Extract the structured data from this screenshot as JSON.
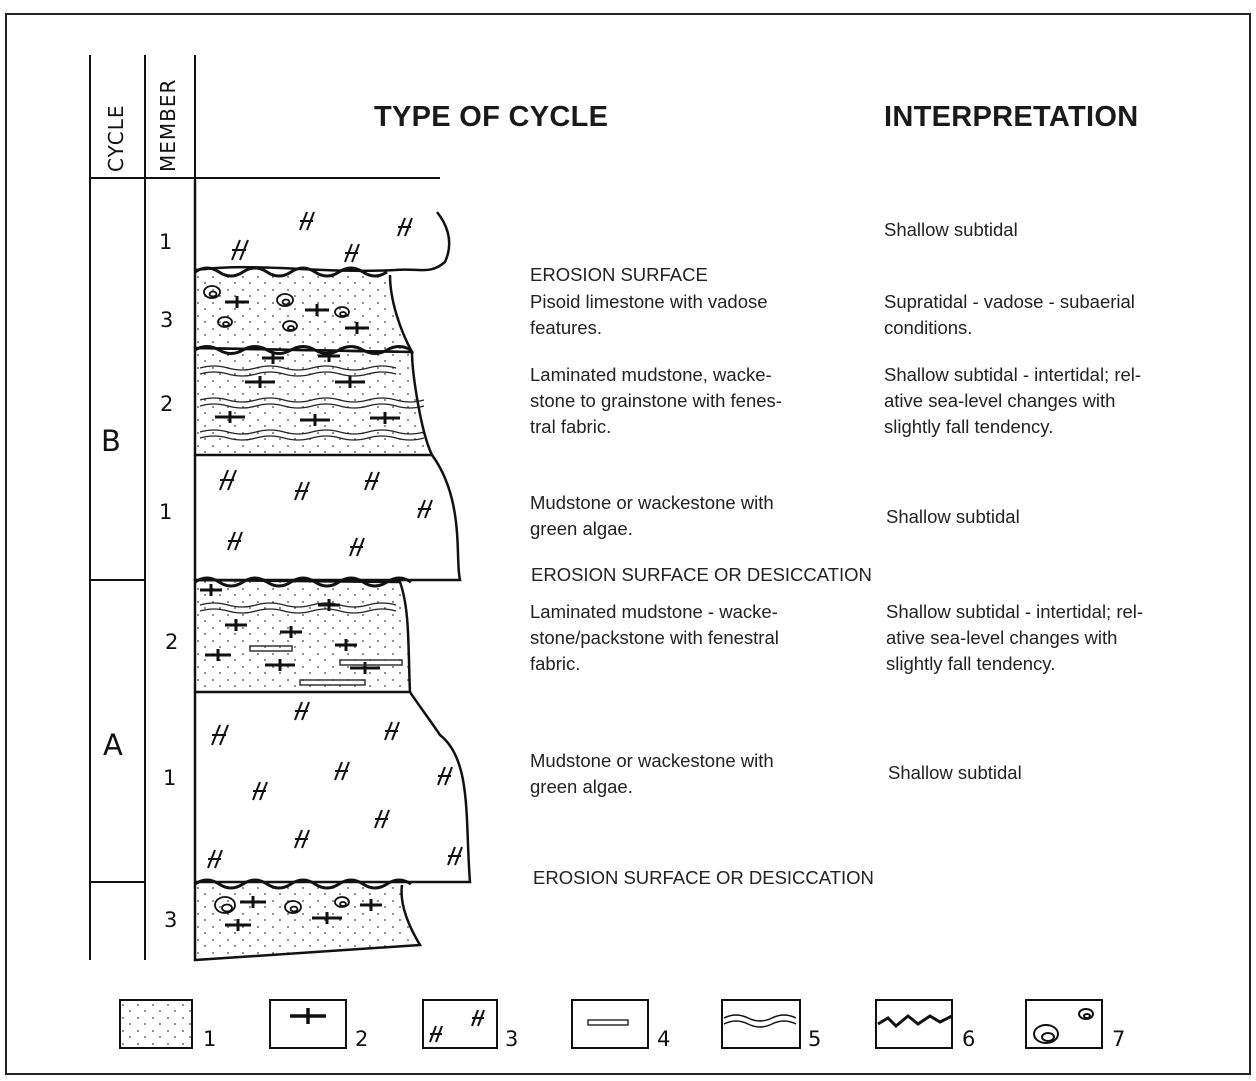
{
  "headers": {
    "cycle": "CYCLE",
    "member": "MEMBER",
    "type_of_cycle": "TYPE OF CYCLE",
    "interpretation": "INTERPRETATION"
  },
  "cycles": [
    {
      "label": "B"
    },
    {
      "label": "A"
    }
  ],
  "members": [
    "1",
    "3",
    "2",
    "1",
    "2",
    "1",
    "3"
  ],
  "descriptions": {
    "erosion_1": "EROSION SURFACE",
    "pisoid_1": "Pisoid limestone with vadose",
    "pisoid_2": "features.",
    "laminated_b_1": "Laminated mudstone, wacke-",
    "laminated_b_2": "stone to grainstone with fenes-",
    "laminated_b_3": "tral fabric.",
    "mudstone_b_1": "Mudstone or wackestone with",
    "mudstone_b_2": "green algae.",
    "erosion_2": "EROSION SURFACE OR DESICCATION",
    "laminated_a_1": "Laminated mudstone - wacke-",
    "laminated_a_2": "stone/packstone with fenestral",
    "laminated_a_3": "fabric.",
    "mudstone_a_1": "Mudstone or wackestone with",
    "mudstone_a_2": "green algae.",
    "erosion_3": "EROSION SURFACE OR DESICCATION"
  },
  "interpretations": {
    "top": "Shallow subtidal",
    "supratidal_1": "Supratidal - vadose - subaerial",
    "supratidal_2": "conditions.",
    "inter_b_1": "Shallow subtidal - intertidal; rel-",
    "inter_b_2": "ative sea-level changes with",
    "inter_b_3": "slightly fall tendency.",
    "sub_b": "Shallow subtidal",
    "inter_a_1": "Shallow subtidal - intertidal; rel-",
    "inter_a_2": "ative sea-level changes with",
    "inter_a_3": "slightly fall tendency.",
    "sub_a": "Shallow subtidal"
  },
  "legend": [
    {
      "number": "1",
      "symbol": "dots"
    },
    {
      "number": "2",
      "symbol": "cross"
    },
    {
      "number": "3",
      "symbol": "algae"
    },
    {
      "number": "4",
      "symbol": "fenestral"
    },
    {
      "number": "5",
      "symbol": "lamination"
    },
    {
      "number": "6",
      "symbol": "erosion"
    },
    {
      "number": "7",
      "symbol": "pisoids"
    }
  ]
}
